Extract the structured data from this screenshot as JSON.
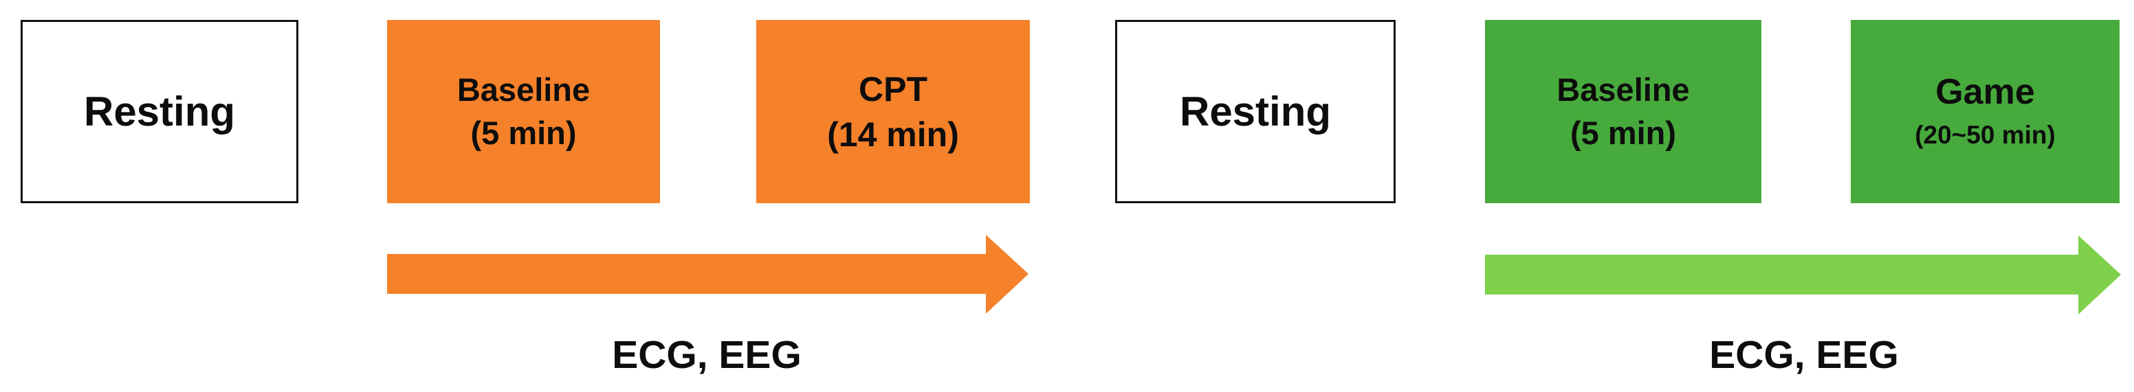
{
  "diagram": {
    "background": "#ffffff",
    "text_color": "#0d0d0d",
    "colors": {
      "orange": "#f5812a",
      "green_box": "#47aa3c",
      "green_arrow": "#7fd04a",
      "resting_fill": "#ffffff",
      "resting_border": "#111111"
    },
    "cpt_phase": {
      "resting_label": "Resting",
      "baseline_title": "Baseline",
      "baseline_duration": "(5 min)",
      "task_title": "CPT",
      "task_duration": "(14 min)",
      "arrow_label": "ECG, EEG"
    },
    "game_phase": {
      "resting_label": "Resting",
      "baseline_title": "Baseline",
      "baseline_duration": "(5 min)",
      "task_title": "Game",
      "task_duration": "(20~50 min)",
      "arrow_label": "ECG, EEG"
    }
  }
}
